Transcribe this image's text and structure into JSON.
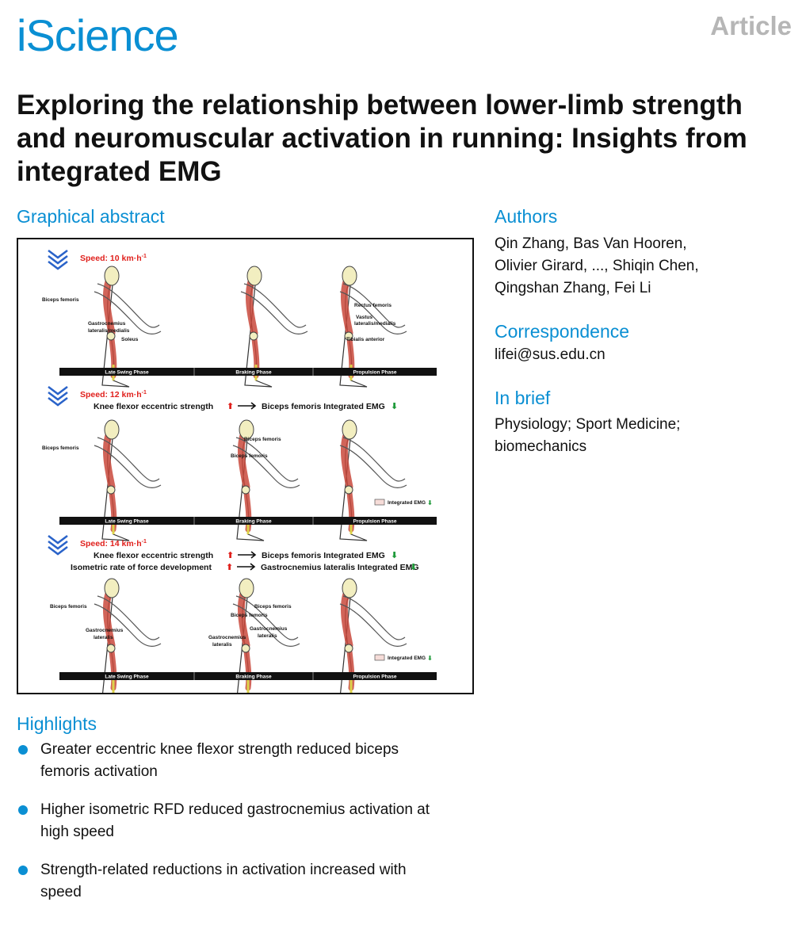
{
  "header": {
    "journal": "iScience",
    "article_type": "Article"
  },
  "title": "Exploring the relationship between lower-limb strength and neuromuscular activation in running: Insights from integrated EMG",
  "graphical_abstract": {
    "heading": "Graphical abstract",
    "phases": [
      "Late Swing Phase",
      "Braking Phase",
      "Propulsion Phase"
    ],
    "panels": [
      {
        "speed": "Speed: 10 km·h",
        "speed_sup": "-1",
        "relations": [],
        "labels": [
          "Biceps femoris",
          "Gastrocnemius",
          "lateralis/medialis",
          "Soleus",
          "Rectus femoris",
          "Vastus",
          "lateralis/medialis",
          "Tibialis anterior"
        ]
      },
      {
        "speed": "Speed: 12 km·h",
        "speed_sup": "-1",
        "relations": [
          {
            "cause": "Knee flexor eccentric strength",
            "effect": "Biceps femoris Integrated EMG"
          }
        ],
        "labels": [
          "Biceps femoris",
          "Biceps femoris",
          "Biceps femoris"
        ],
        "legend": "Integrated EMG"
      },
      {
        "speed": "Speed: 14 km·h",
        "speed_sup": "-1",
        "relations": [
          {
            "cause": "Knee flexor eccentric strength",
            "effect": "Biceps femoris Integrated EMG"
          },
          {
            "cause": "Isometric rate of force development",
            "effect": "Gastrocnemius lateralis Integrated EMG"
          }
        ],
        "labels": [
          "Biceps femoris",
          "Gastrocnemius",
          "lateralis",
          "Biceps femoris",
          "Gastrocnemius",
          "lateralis",
          "Biceps femoris",
          "Gastrocnemius",
          "lateralis"
        ],
        "legend": "Integrated EMG"
      }
    ]
  },
  "authors": {
    "heading": "Authors",
    "line1": "Qin Zhang, Bas Van Hooren,",
    "line2": "Olivier Girard, ..., Shiqin Chen,",
    "line3": "Qingshan Zhang, Fei Li"
  },
  "correspondence": {
    "heading": "Correspondence",
    "email": "lifei@sus.edu.cn"
  },
  "in_brief": {
    "heading": "In brief",
    "line1": "Physiology; Sport Medicine;",
    "line2": "biomechanics"
  },
  "highlights": {
    "heading": "Highlights",
    "items": [
      {
        "line1": "Greater eccentric knee flexor strength reduced biceps",
        "line2": "femoris activation"
      },
      {
        "line1": "Higher isometric RFD reduced gastrocnemius activation at",
        "line2": "high speed"
      },
      {
        "line1": "Strength-related reductions in activation increased with",
        "line2": "speed"
      }
    ]
  },
  "colors": {
    "accent": "#0a8fd3",
    "badge": "#b6b6b6",
    "speed_red": "#e0201c",
    "up_arrow_red": "#e0201c",
    "down_arrow_green": "#1f9a3a",
    "muscle_red": "#c9493c",
    "tendon_yellow": "#dcd24a"
  }
}
